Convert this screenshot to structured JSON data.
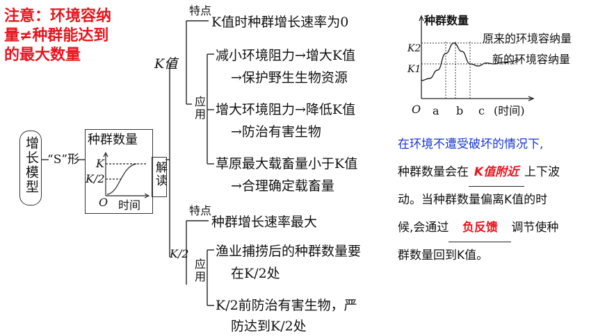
{
  "note": {
    "line1": "注意：环境容纳",
    "line2": "量≠种群能达到",
    "line3": "的最大数量"
  },
  "model": {
    "label": "增长模型",
    "s_shape": "“S”形",
    "mini_title": "种群数量",
    "k": "K",
    "k2": "K/2",
    "origin": "O",
    "time": "时间",
    "interpret": "解读"
  },
  "k_value": {
    "label": "K值",
    "feature_label": "特点",
    "feature": "K值时种群增长速率为0",
    "apply_label": "应用",
    "apps": [
      {
        "line1": "减小环境阻力→增大K值",
        "line2": "→保护野生生物资源"
      },
      {
        "line1": "增大环境阻力→降低K值",
        "line2": "→防治有害生物"
      },
      {
        "line1": "草原最大载畜量小于K值",
        "line2": "→合理确定载畜量"
      }
    ]
  },
  "k2_value": {
    "label": "K/2",
    "feature_label": "特点",
    "feature": "种群增长速率最大",
    "apply_label": "应用",
    "apps": [
      {
        "line1": "渔业捕捞后的种群数量要",
        "line2": "在K/2处"
      },
      {
        "line1": "K/2前防治有害生物，严",
        "line2": "防达到K/2处"
      }
    ]
  },
  "chart": {
    "ylabel": "种群数量",
    "k2_tick": "K2",
    "k1_tick": "K1",
    "origin": "O",
    "x_ticks": [
      "a",
      "b",
      "c"
    ],
    "xlabel": "(时间)",
    "legend_original": "原来的环境容纳量",
    "legend_new": "新的环境容纳量"
  },
  "chart_data": {
    "type": "line",
    "title": "",
    "ylabel": "种群数量",
    "xlabel": "(时间)",
    "x_ticks": [
      "a",
      "b",
      "c"
    ],
    "reference_lines": [
      {
        "name": "原来的环境容纳量",
        "level": "K2"
      },
      {
        "name": "新的环境容纳量",
        "level": "K1"
      }
    ],
    "series": [
      {
        "x": [
          0,
          0.5,
          1,
          1.5,
          2,
          2.5,
          3,
          3.5,
          4,
          4.5,
          5,
          5.5,
          6
        ],
        "y": [
          0.1,
          0.15,
          0.35,
          0.75,
          1.0,
          0.8,
          0.5,
          0.45,
          0.52,
          0.5,
          0.54,
          0.55,
          0.6
        ]
      }
    ]
  },
  "paragraph": {
    "line1": "在环境不遭受破坏的情况下,",
    "line2_pre": "种群数量会在",
    "fill1": "K值附近",
    "line2_post": "上下波",
    "line3": "动。当种群数量偏离K值的时",
    "line4_pre": "候,会通过",
    "fill2": "负反馈",
    "line4_post": "调节使种",
    "line5": "群数量回到K值。"
  }
}
